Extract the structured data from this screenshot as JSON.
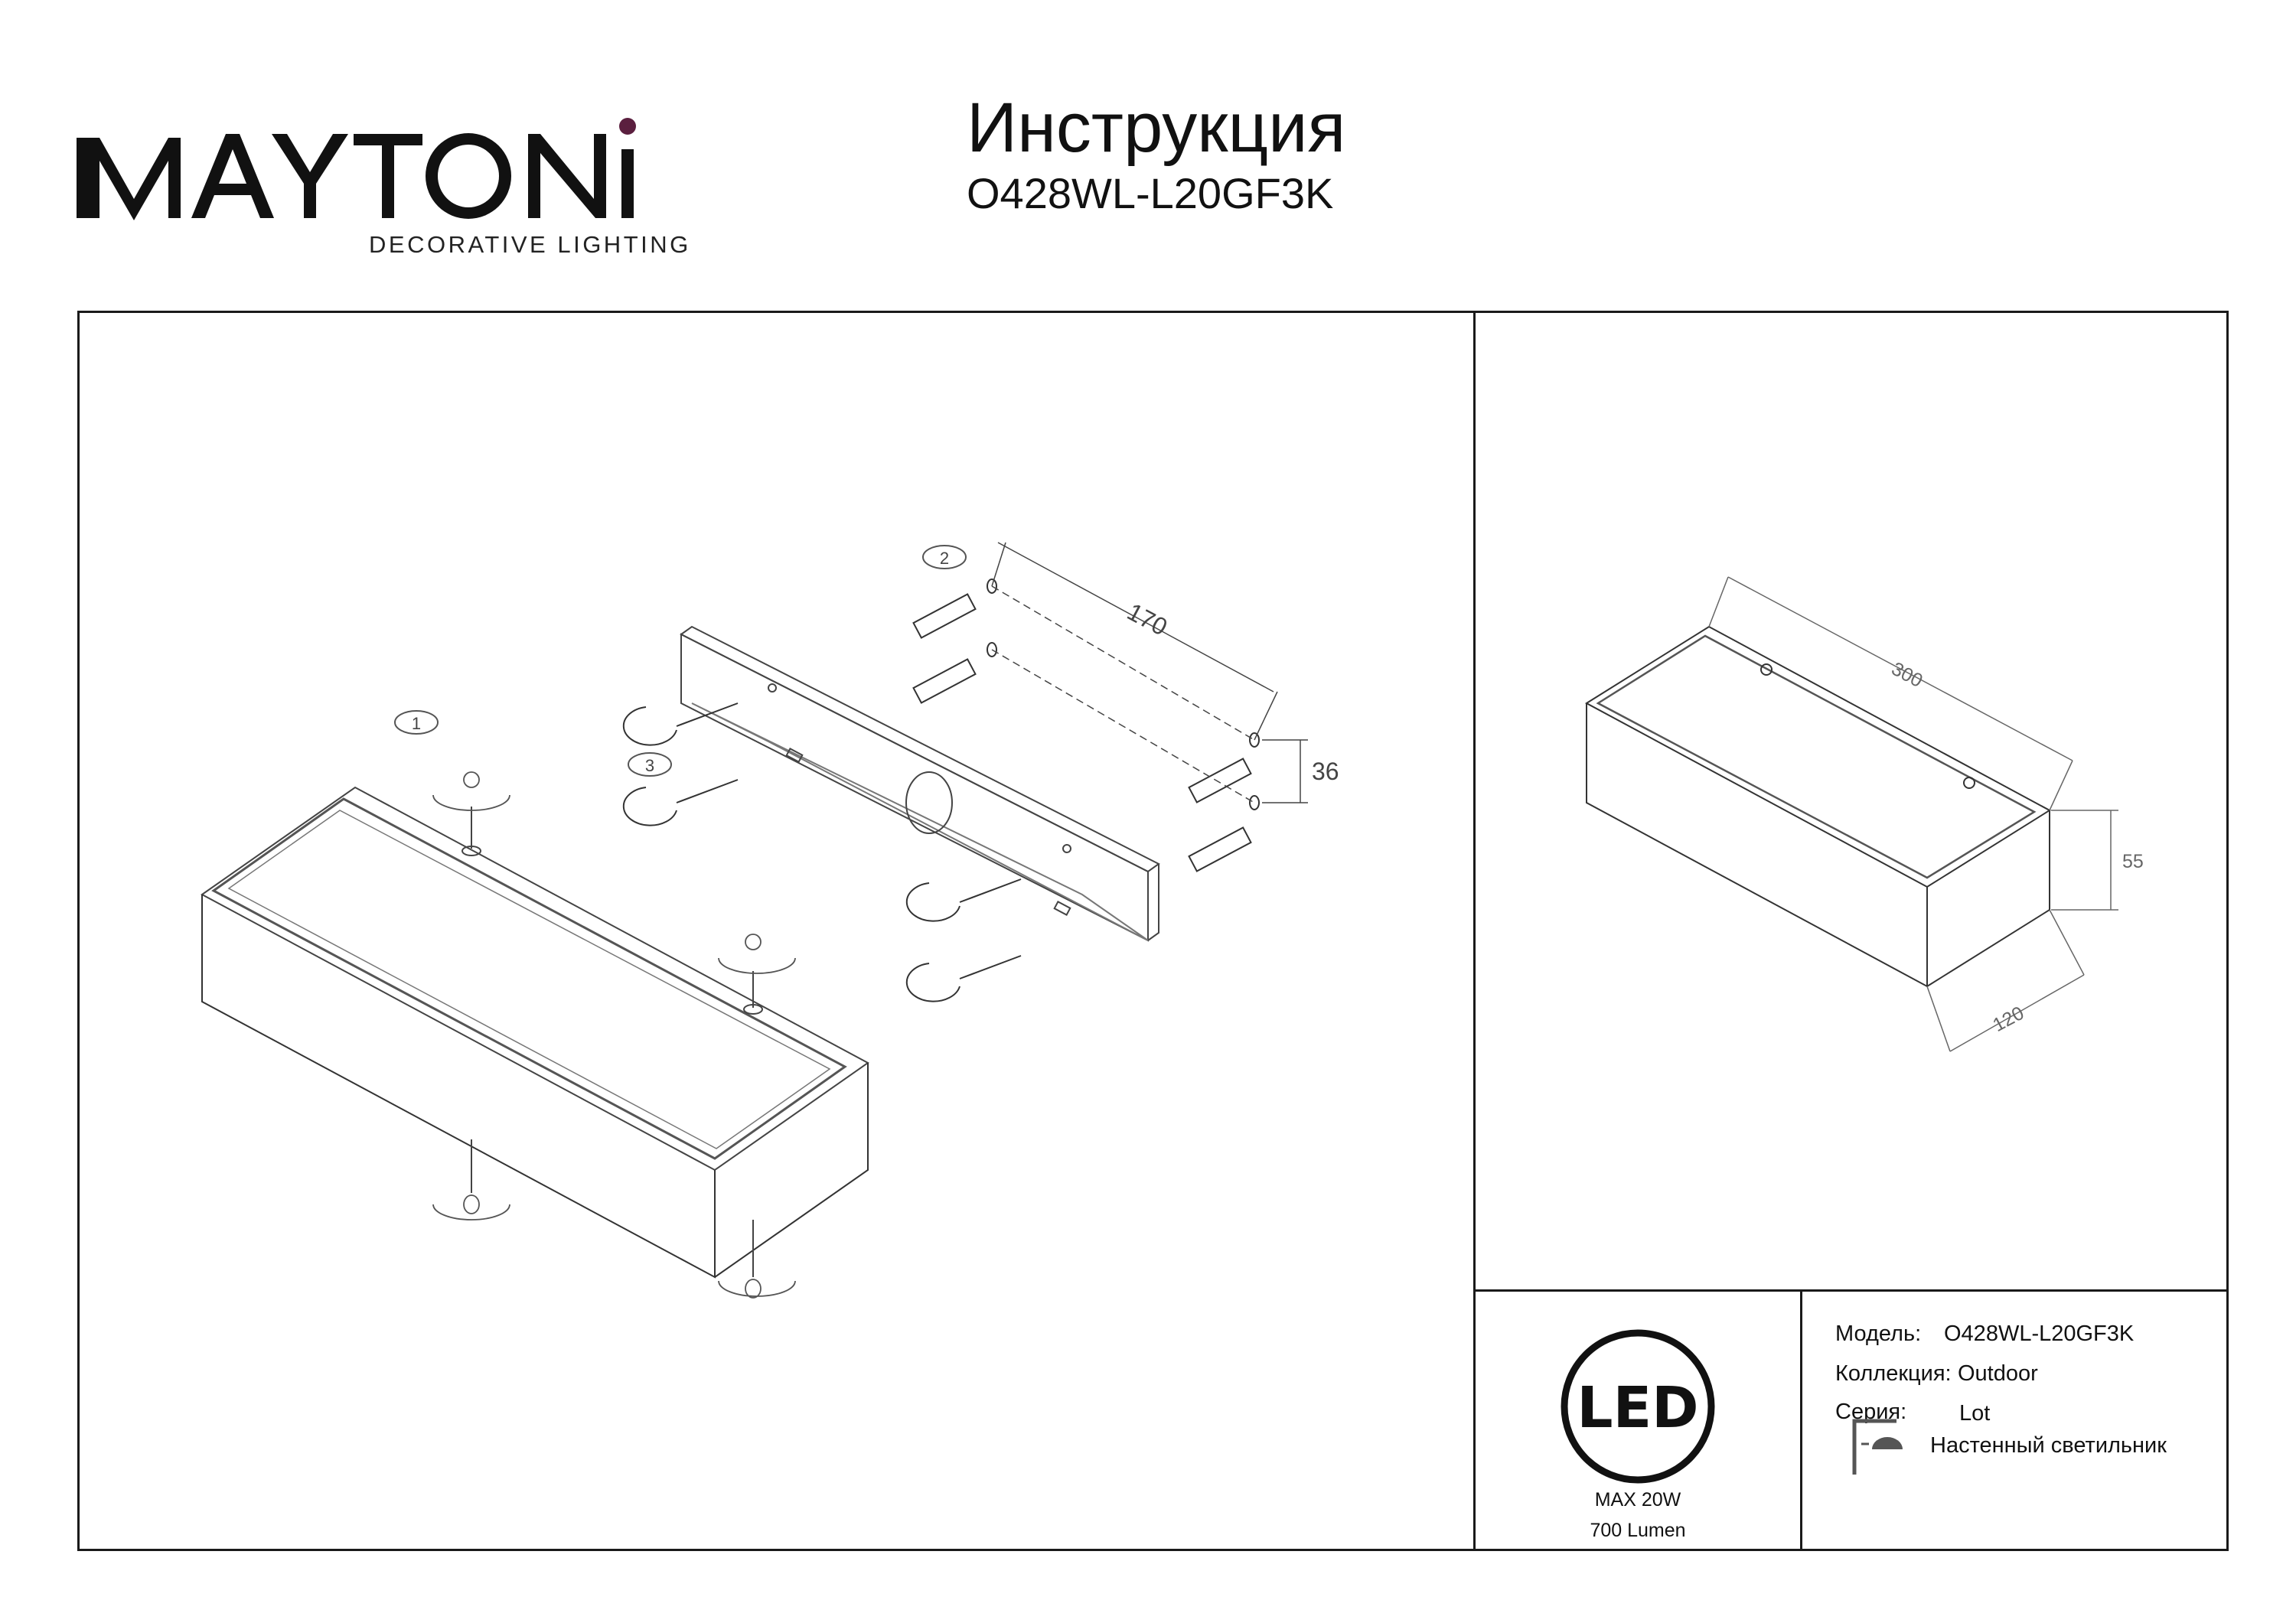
{
  "brand": {
    "name": "MAYTONI",
    "tagline": "DECORATIVE LIGHTING",
    "accent_dot_color": "#5b1f3f"
  },
  "header": {
    "title": "Инструкция",
    "model_code": "O428WL-L20GF3K"
  },
  "assembly_drawing": {
    "callouts": [
      "1",
      "2",
      "3"
    ],
    "dimensions": {
      "anchor_spacing": "170",
      "anchor_vertical": "36"
    }
  },
  "overview_drawing": {
    "dimensions": {
      "length": "300",
      "height": "55",
      "depth": "120"
    }
  },
  "specs": {
    "led_icon_label": "LED",
    "power": "MAX 20W",
    "luminous_flux": "700 Lumen"
  },
  "info": {
    "model_label": "Модель:",
    "model_value": "O428WL-L20GF3K",
    "collection_label": "Коллекция:",
    "collection_value": "Outdoor",
    "series_label": "Серия:",
    "series_value": "Lot",
    "type_value": "Настенный светильник",
    "type_icon": "wall-lamp-icon"
  }
}
